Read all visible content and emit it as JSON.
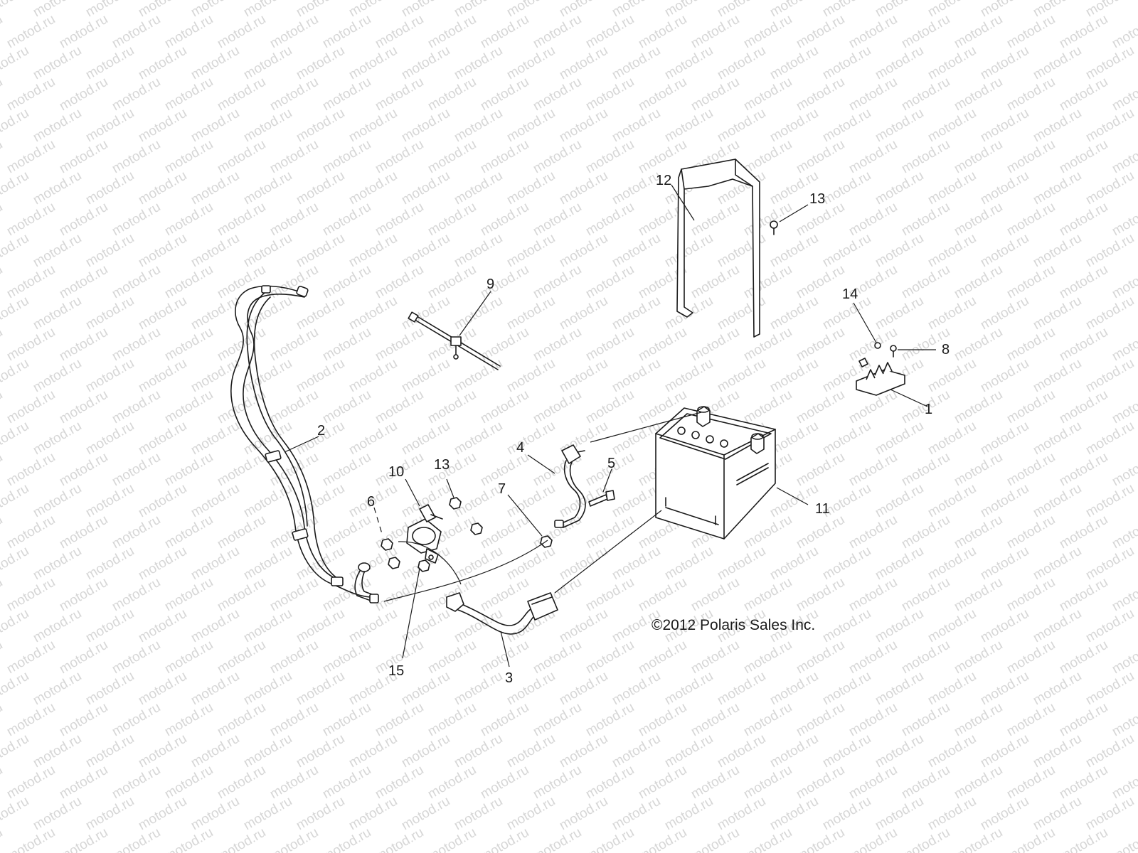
{
  "watermark": "motod.ru",
  "copyright": "©2012 Polaris Sales Inc.",
  "callouts": [
    {
      "id": "1",
      "label": "1"
    },
    {
      "id": "2",
      "label": "2"
    },
    {
      "id": "3",
      "label": "3"
    },
    {
      "id": "4",
      "label": "4"
    },
    {
      "id": "5",
      "label": "5"
    },
    {
      "id": "6",
      "label": "6"
    },
    {
      "id": "7",
      "label": "7"
    },
    {
      "id": "8",
      "label": "8"
    },
    {
      "id": "9",
      "label": "9"
    },
    {
      "id": "10",
      "label": "10"
    },
    {
      "id": "11",
      "label": "11"
    },
    {
      "id": "12",
      "label": "12"
    },
    {
      "id": "13a",
      "label": "13"
    },
    {
      "id": "13b",
      "label": "13"
    },
    {
      "id": "14",
      "label": "14"
    },
    {
      "id": "15",
      "label": "15"
    }
  ],
  "colors": {
    "line": "#1a1a1a",
    "watermark": "#d6d6d6",
    "background": "#ffffff"
  }
}
